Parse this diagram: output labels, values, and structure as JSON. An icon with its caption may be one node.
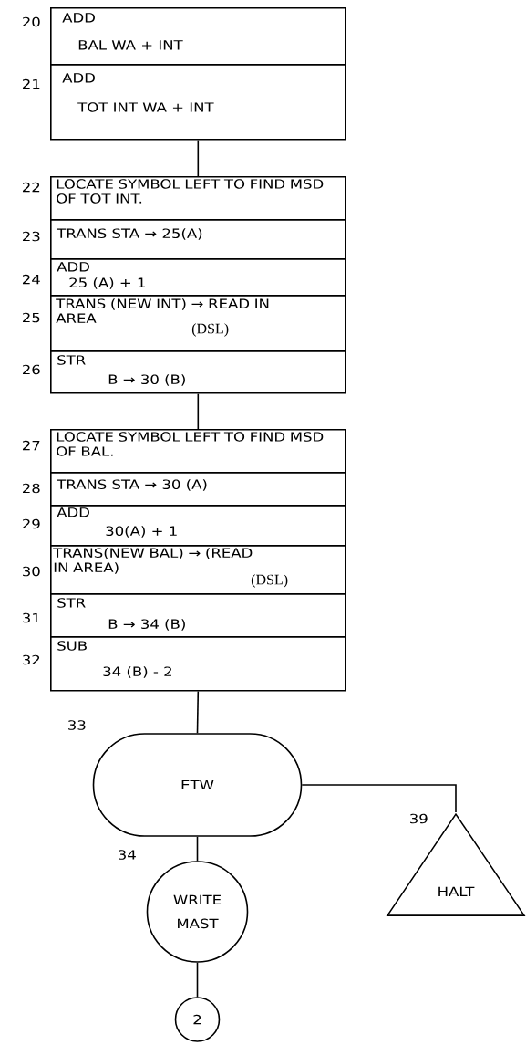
{
  "diagram": {
    "nodes": [
      {
        "text": [
          "ADD",
          "BAL WA + INT"
        ],
        "beside": [
          "20"
        ]
      },
      {
        "text": [
          "ADD",
          "TOT INT WA + INT"
        ],
        "beside": [
          "21"
        ]
      },
      {
        "text": [
          "LOCATE SYMBOL LEFT TO FIND MSD OF TOT INT."
        ],
        "beside": [
          "22"
        ]
      },
      {
        "text": [
          "TRANS STA → 25(A)"
        ],
        "beside": [
          "23"
        ]
      },
      {
        "text": [
          "ADD",
          "25 (A) + 1"
        ],
        "beside": [
          "24"
        ]
      },
      {
        "text": [
          "TRANS (NEW INT) → READ IN AREA",
          "(DSL)"
        ],
        "beside": [
          "25"
        ]
      },
      {
        "text": [
          "STR",
          "B → 30 (B)"
        ],
        "beside": [
          "26"
        ]
      },
      {
        "text": [
          "LOCATE SYMBOL LEFT TO FIND MSD OF BAL."
        ],
        "beside": [
          "27"
        ]
      },
      {
        "text": [
          "TRANS STA → 30 (A)"
        ],
        "beside": [
          "28"
        ]
      },
      {
        "text": [
          "ADD",
          "30(A) + 1"
        ],
        "beside": [
          "29"
        ]
      },
      {
        "text": [
          "TRANS(NEW BAL) → (READ IN AREA)",
          "(DSL)"
        ],
        "beside": [
          "30"
        ]
      },
      {
        "text": [
          "STR",
          "B → 34 (B)"
        ],
        "beside": [
          "31"
        ]
      },
      {
        "text": [
          "SUB",
          "34 (B) - 2"
        ],
        "beside": [
          "32"
        ]
      },
      {
        "text": [
          "ETW"
        ],
        "beside": [
          "33"
        ]
      },
      {
        "text": [
          "WRITE MAST"
        ],
        "beside": [
          "34"
        ]
      },
      {
        "text": [
          "HALT"
        ],
        "beside": [
          "39"
        ]
      },
      {
        "text": [
          "2"
        ]
      }
    ],
    "edges": [
      {
        "from": 1,
        "to": 2,
        "arrow": "none"
      },
      {
        "from": 6,
        "to": 7,
        "arrow": "none"
      },
      {
        "from": 12,
        "to": 13,
        "arrow": "none"
      },
      {
        "from": 13,
        "to": 14,
        "arrow": "none"
      },
      {
        "from": 14,
        "to": 16,
        "arrow": "none"
      },
      {
        "from": 13,
        "to": 15,
        "arrow": "none"
      }
    ]
  }
}
